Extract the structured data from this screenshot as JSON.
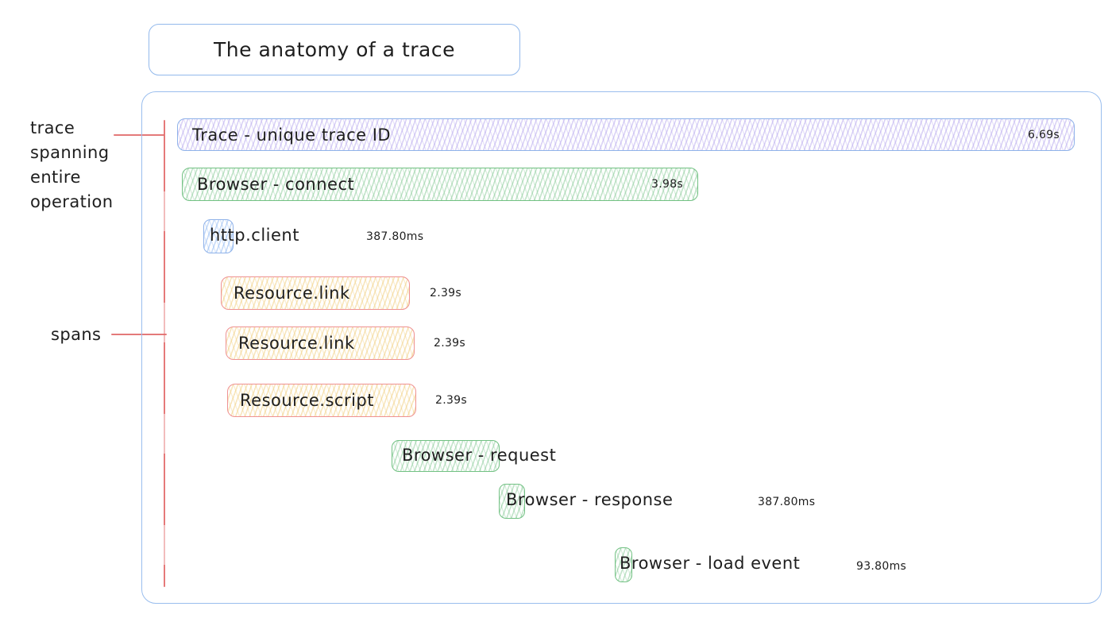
{
  "title": "The anatomy of a trace",
  "annotations": {
    "trace": "trace spanning entire operation",
    "spans": "spans"
  },
  "spans": [
    {
      "name": "trace",
      "label": "Trace - unique trace ID",
      "duration": "6.69s",
      "color": "purple"
    },
    {
      "name": "browser-connect",
      "label": "Browser - connect",
      "duration": "3.98s",
      "color": "green"
    },
    {
      "name": "http-client",
      "label": "http.client",
      "duration": "387.80ms",
      "color": "blue"
    },
    {
      "name": "resource-link-1",
      "label": "Resource.link",
      "duration": "2.39s",
      "color": "yellow"
    },
    {
      "name": "resource-link-2",
      "label": "Resource.link",
      "duration": "2.39s",
      "color": "yellow"
    },
    {
      "name": "resource-script",
      "label": "Resource.script",
      "duration": "2.39s",
      "color": "yellow"
    },
    {
      "name": "browser-request",
      "label": "Browser - request",
      "duration": "",
      "color": "green"
    },
    {
      "name": "browser-response",
      "label": "Browser - response",
      "duration": "387.80ms",
      "color": "green"
    },
    {
      "name": "browser-load-event",
      "label": "Browser - load event",
      "duration": "93.80ms",
      "color": "green"
    }
  ],
  "colors": {
    "container_border": "#9abeee",
    "purple_fill": "#ddd4f6",
    "green_fill": "#cdeBD4",
    "yellow_fill": "#f7e6bb",
    "blue_fill": "#bdd7f6",
    "green_border": "#72c183",
    "red_border": "#ef9292",
    "blue_border": "#8fb2e9",
    "annotation_line": "#e47a7a",
    "text": "#1e1e1e"
  }
}
